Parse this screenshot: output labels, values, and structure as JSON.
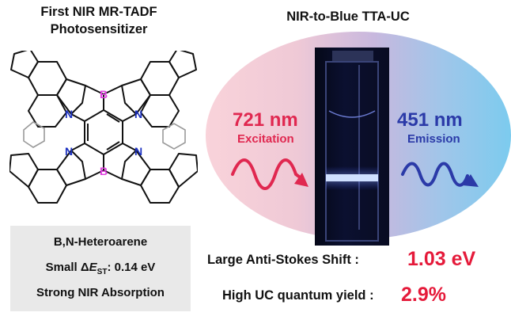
{
  "left": {
    "title_line1": "First NIR MR-TADF",
    "title_line2": "Photosensitizer",
    "atom_b": "B",
    "atom_n": "N",
    "props": {
      "line1": "B,N-Heteroarene",
      "line2_prefix": "Small Δ",
      "line2_var": "E",
      "line2_sub": "ST",
      "line2_value": ": 0.14 eV",
      "line3": "Strong NIR Absorption"
    }
  },
  "right": {
    "title": "NIR-to-Blue TTA-UC",
    "excitation": {
      "wavelength": "721 nm",
      "label": "Excitation",
      "color": "#e02850"
    },
    "emission": {
      "wavelength": "451 nm",
      "label": "Emission",
      "color": "#2b3aa8"
    }
  },
  "stats": [
    {
      "label": "Large Anti-Stokes Shift :",
      "value": "1.03 eV"
    },
    {
      "label": "High UC quantum yield :",
      "value": "2.9%"
    }
  ]
}
